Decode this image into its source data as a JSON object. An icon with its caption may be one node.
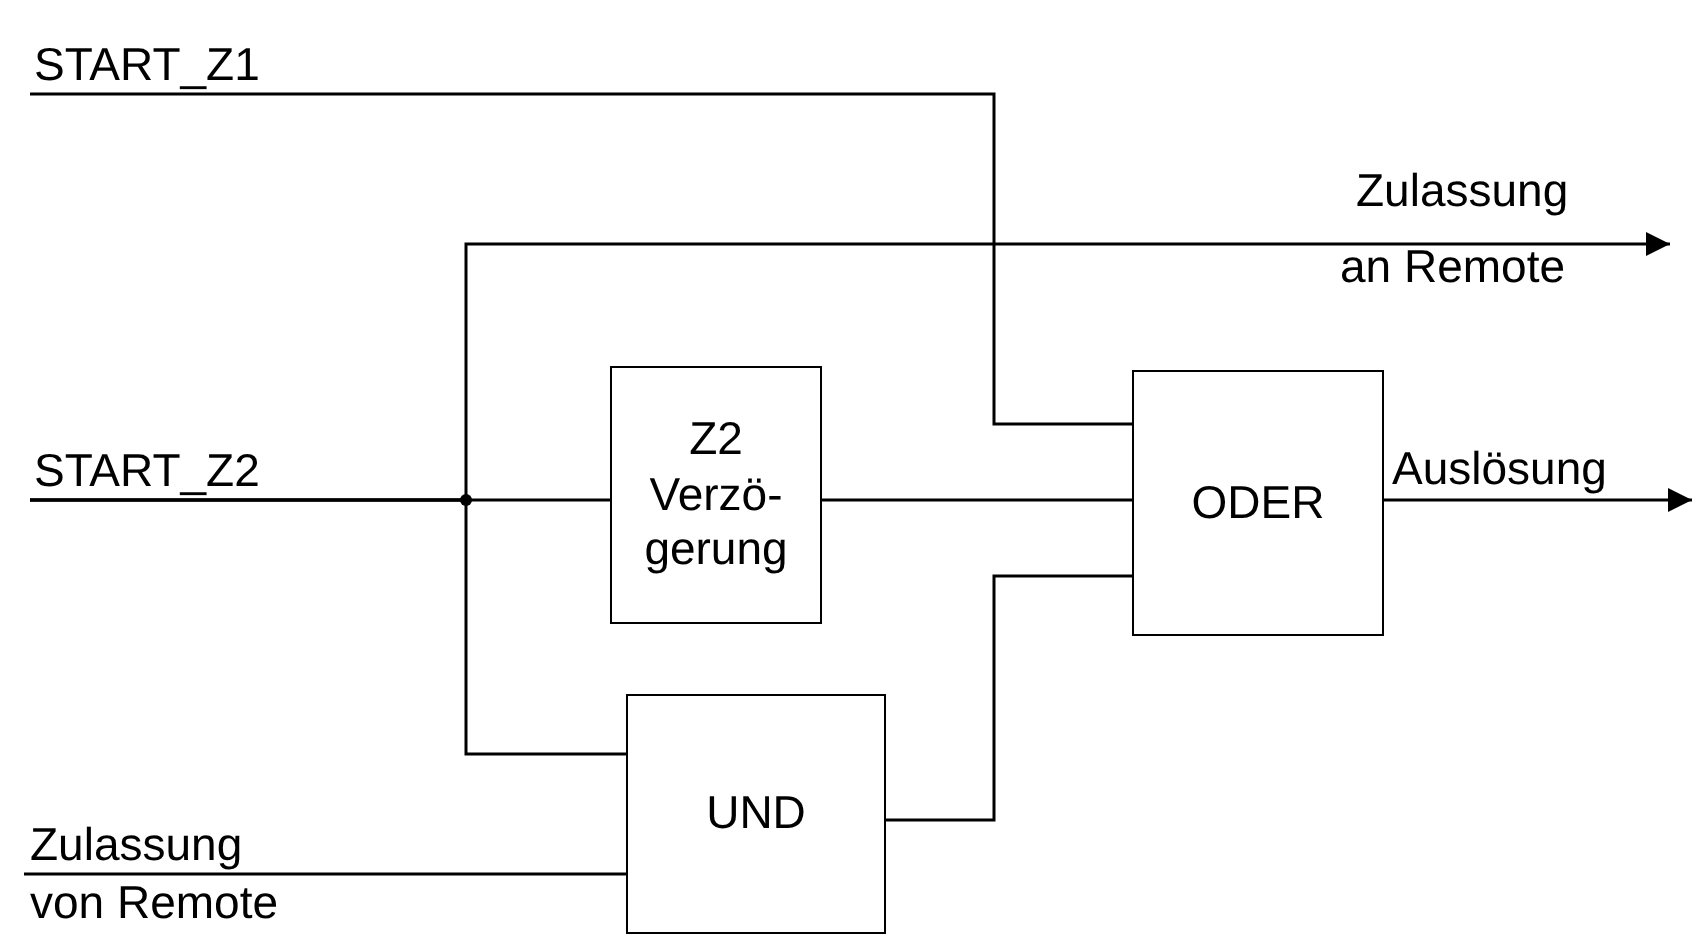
{
  "diagram": {
    "nodes": [
      {
        "text": [
          "START_Z1"
        ]
      },
      {
        "text": [
          "Zulassung",
          "an Remote"
        ]
      },
      {
        "text": [
          "START_Z2"
        ]
      },
      {
        "text": [
          "Z2",
          "Verzö- gerung"
        ]
      },
      {
        "text": [
          "ODER"
        ]
      },
      {
        "text": [
          "Auslösung"
        ]
      },
      {
        "text": [
          "UND"
        ]
      },
      {
        "text": [
          "Zulassung",
          "von Remote"
        ]
      }
    ],
    "edges": [
      {
        "from": 0,
        "to": 4,
        "arrow": "none"
      },
      {
        "from": 2,
        "to": 3,
        "arrow": "none"
      },
      {
        "from": 2,
        "to": 1,
        "arrow": "to"
      },
      {
        "from": 2,
        "to": 6,
        "arrow": "none"
      },
      {
        "from": 7,
        "to": 6,
        "arrow": "none"
      },
      {
        "from": 3,
        "to": 4,
        "arrow": "none"
      },
      {
        "from": 6,
        "to": 4,
        "arrow": "none"
      },
      {
        "from": 4,
        "to": 5,
        "arrow": "to"
      }
    ]
  }
}
